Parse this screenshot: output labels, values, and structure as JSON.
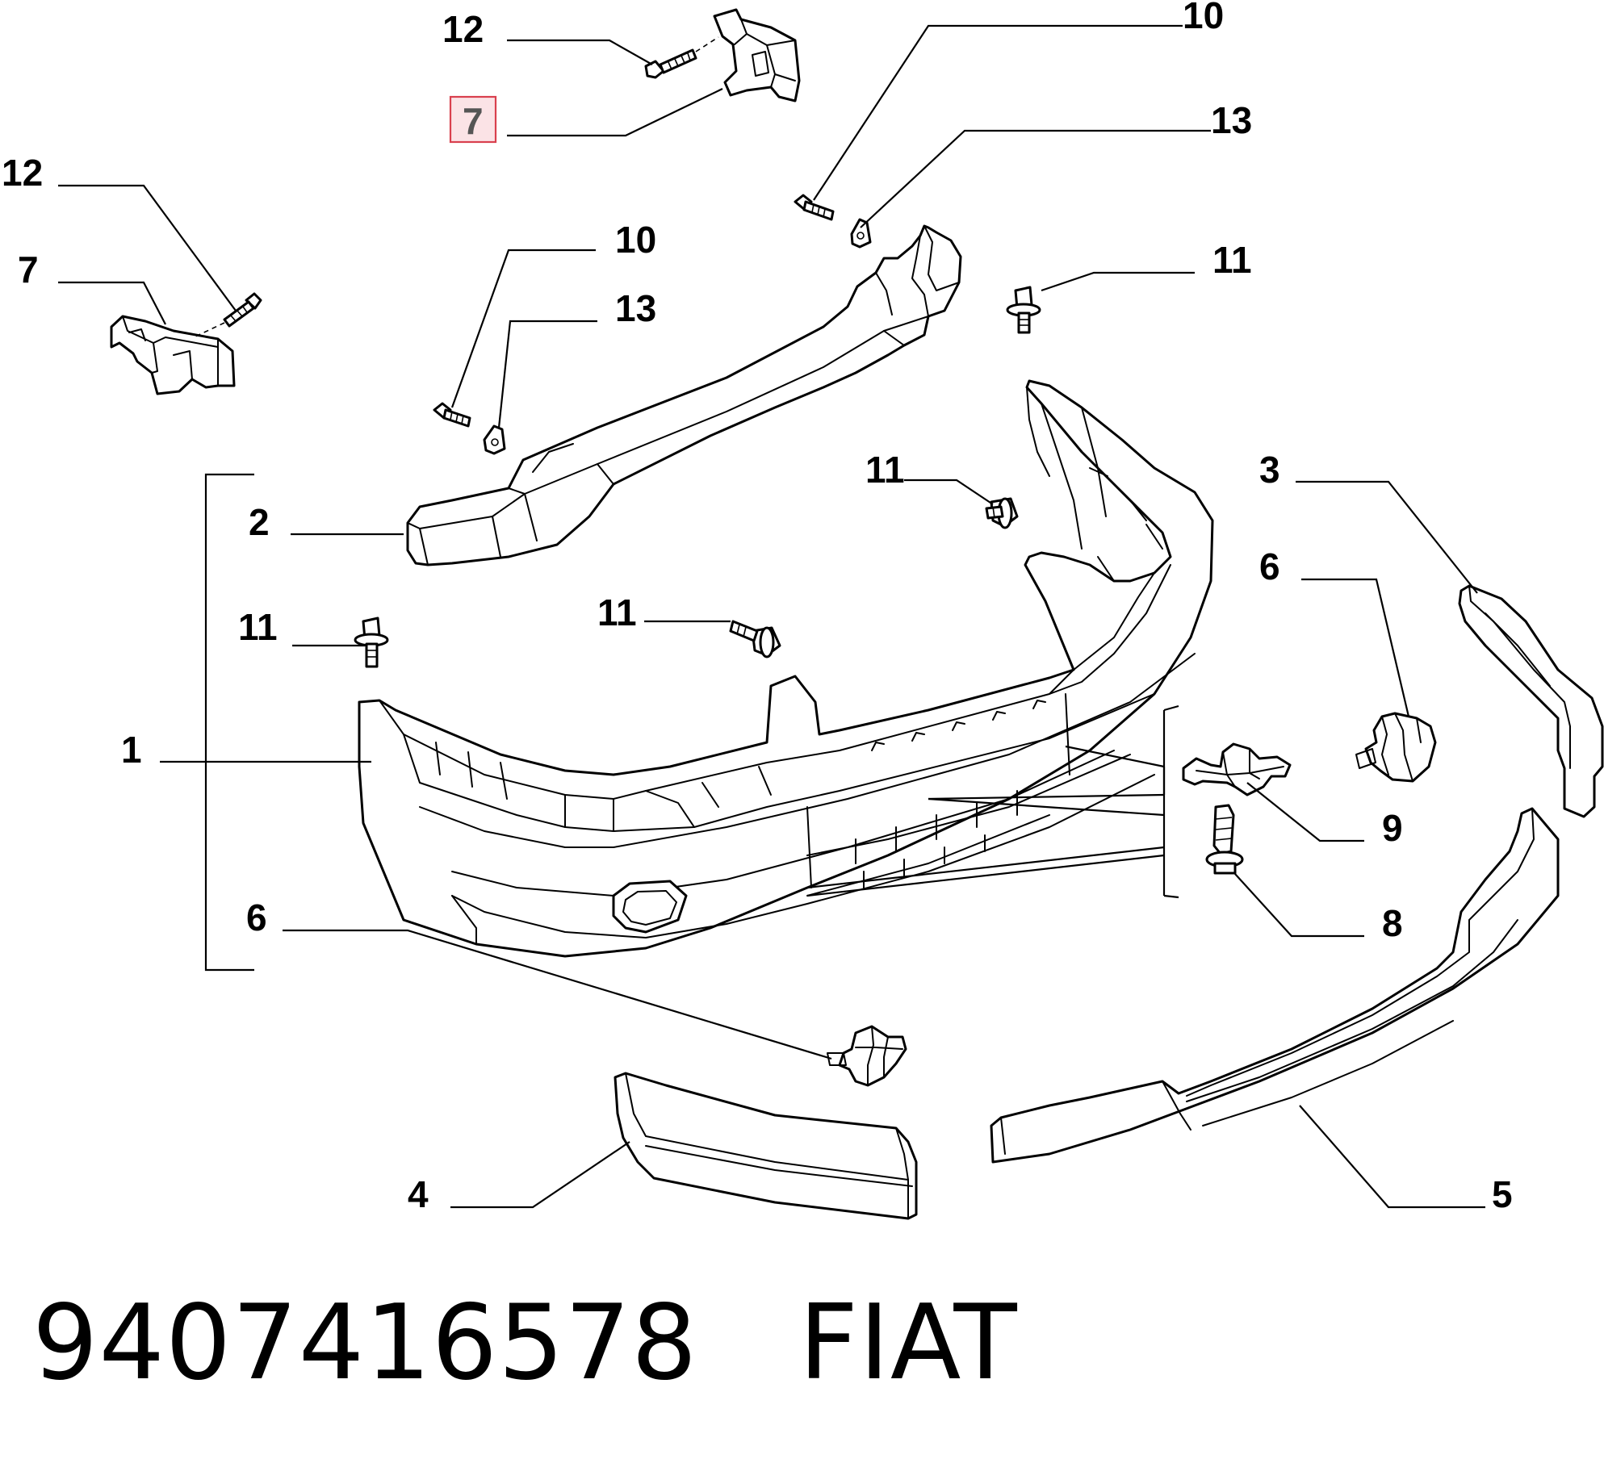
{
  "callouts": {
    "c12_top": "12",
    "c7_top": "7",
    "c10_top": "10",
    "c13_top": "13",
    "c12_left": "12",
    "c7_left": "7",
    "c10_mid": "10",
    "c13_mid": "13",
    "c11_right_top": "11",
    "c11_center": "11",
    "c3": "3",
    "c2": "2",
    "c6_right": "6",
    "c11_left": "11",
    "c11_mid": "11",
    "c1": "1",
    "c9": "9",
    "c8": "8",
    "c6_bottom": "6",
    "c4": "4",
    "c5": "5"
  },
  "highlighted_callout": "7",
  "footer": {
    "part_number": "9407416578",
    "brand": "FIAT"
  },
  "colors": {
    "highlight_fill": "#fbe3e6",
    "highlight_border": "#d9404e",
    "line": "#000000"
  }
}
